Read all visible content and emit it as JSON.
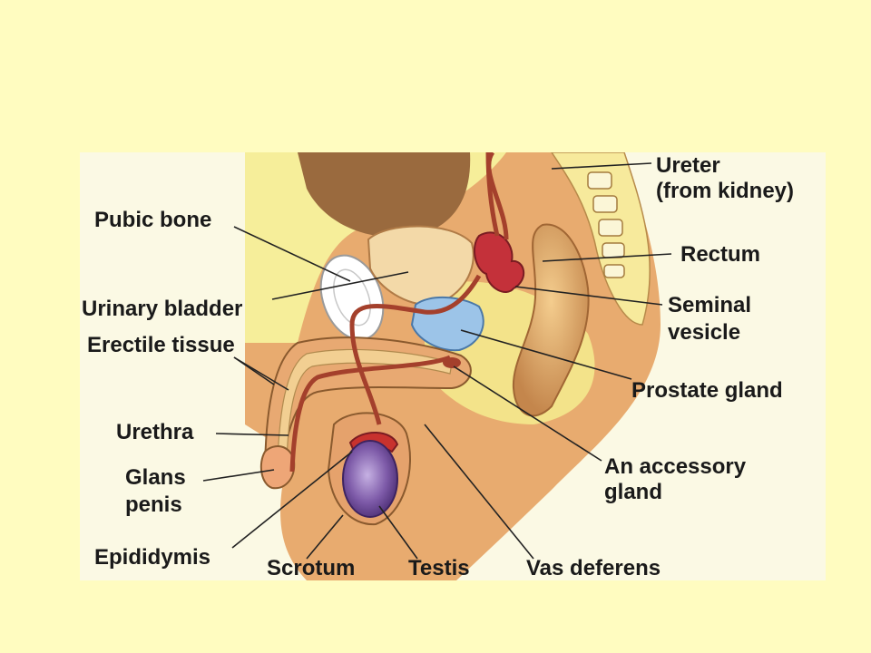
{
  "labels": {
    "ureter": "Ureter",
    "ureter_sub": "(from kidney)",
    "pubic_bone": "Pubic bone",
    "rectum": "Rectum",
    "urinary_bladder": "Urinary bladder",
    "seminal": "Seminal",
    "vesicle": "vesicle",
    "erectile_tissue": "Erectile tissue",
    "prostate_gland": "Prostate gland",
    "urethra": "Urethra",
    "an_accessory": "An accessory",
    "gland": "gland",
    "glans": "Glans",
    "penis": "penis",
    "epididymis": "Epididymis",
    "scrotum": "Scrotum",
    "testis": "Testis",
    "vas_deferens": "Vas deferens"
  },
  "colors": {
    "slide_bg": "#fffcc0",
    "skin": "#e6a86c",
    "skin_light": "#f5cf97",
    "fat_yellow": "#f6ee96",
    "organ_dark": "#8a4a2a",
    "duct": "#b5462d",
    "prostate": "#9cc4e8",
    "testis": "#7c5aa6",
    "vesicle_red": "#c4313a"
  }
}
